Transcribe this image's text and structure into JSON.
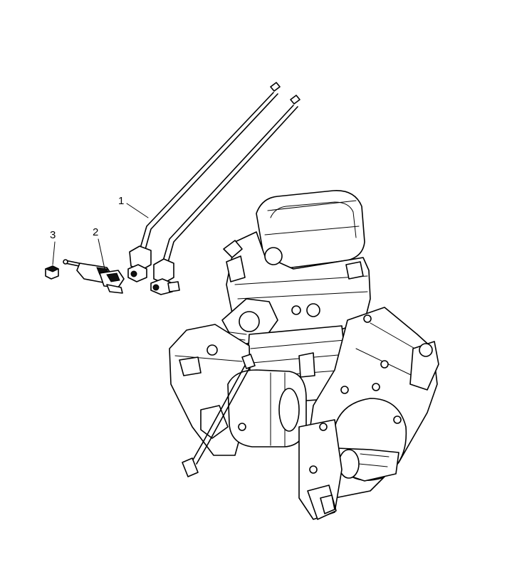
{
  "callouts": [
    {
      "label": "1",
      "part": "fuel-injector-hose"
    },
    {
      "label": "2",
      "part": "fuel-rail-injector"
    },
    {
      "label": "3",
      "part": "cap-nut"
    }
  ],
  "colors": {
    "line": "#000000",
    "background": "#ffffff"
  }
}
